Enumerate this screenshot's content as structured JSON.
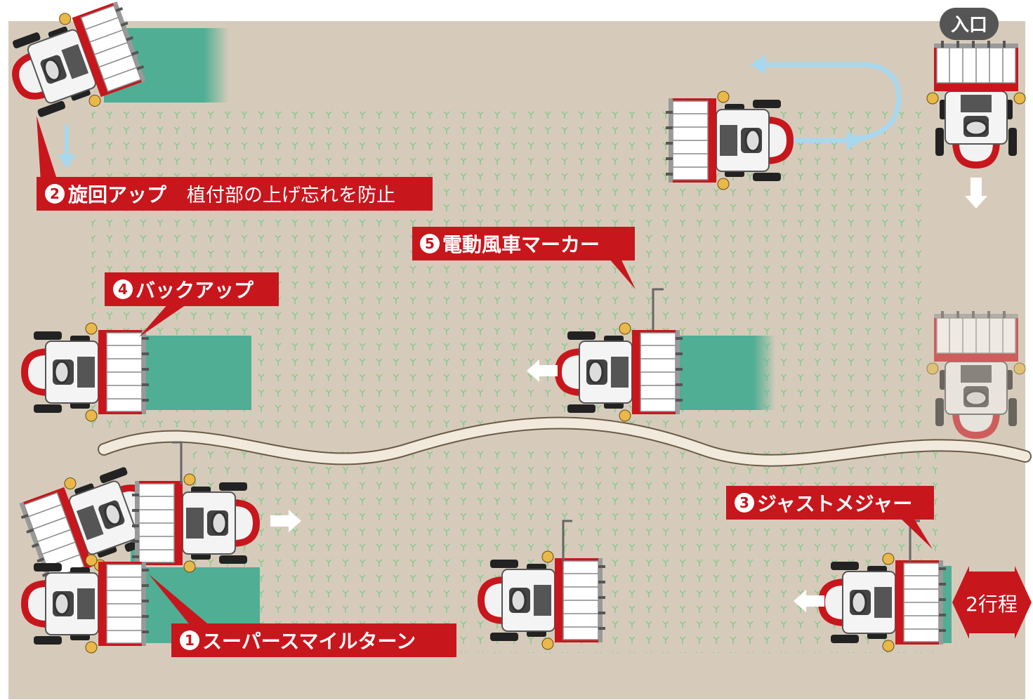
{
  "entrance_label": "入口",
  "stroke_label": "2行程",
  "callouts": [
    {
      "num": "1",
      "title": "スーパースマイルターン",
      "sub": ""
    },
    {
      "num": "2",
      "title": "旋回アップ",
      "sub": "植付部の上げ忘れを防止"
    },
    {
      "num": "3",
      "title": "ジャストメジャー",
      "sub": ""
    },
    {
      "num": "4",
      "title": "バックアップ",
      "sub": ""
    },
    {
      "num": "5",
      "title": "電動風車マーカー",
      "sub": ""
    }
  ],
  "colors": {
    "field": "#d6cbbb",
    "accent_red": "#c8161d",
    "planted": "#4fae94",
    "seedling": "#8fcf8f",
    "path_arrow": "#a8d8ee",
    "badge": "#555555"
  }
}
